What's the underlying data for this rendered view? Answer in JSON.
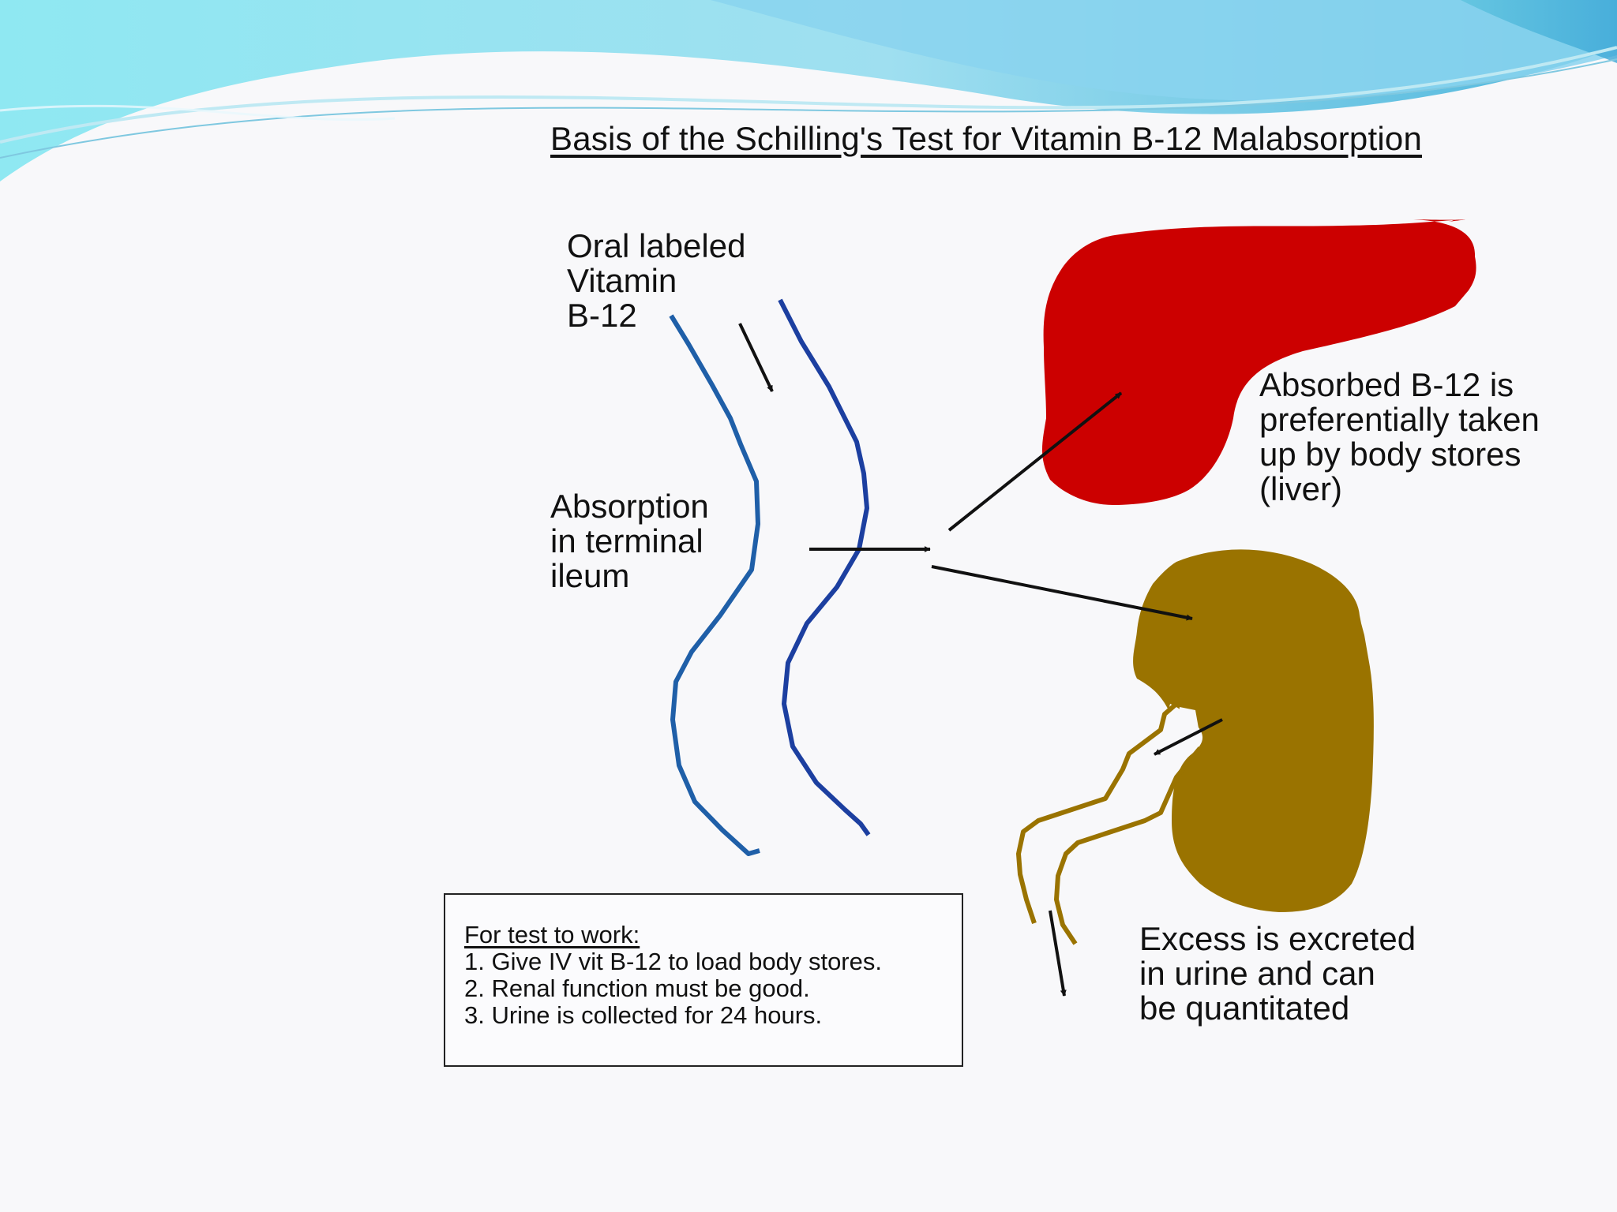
{
  "diagram": {
    "title": "Basis of the Schilling's Test for Vitamin B-12 Malabsorption",
    "oral_label": [
      "Oral labeled",
      "Vitamin",
      "B-12"
    ],
    "absorption_label": [
      "Absorption",
      "in terminal",
      "ileum"
    ],
    "liver_label": [
      "Absorbed B-12 is",
      "preferentially taken",
      "up by body stores",
      "(liver)"
    ],
    "excess_label": [
      "Excess is excreted",
      "in urine and can",
      "be quantitated"
    ],
    "note": {
      "title": "For test to work:",
      "items": [
        "1.  Give IV vit B-12 to load body stores.",
        "2.  Renal function must be good.",
        "3.  Urine is collected for 24 hours."
      ]
    },
    "colors": {
      "liver": "#cc0000",
      "kidney": "#9a7300",
      "ureter": "#9a7300",
      "ileum_left": "#1f5fa8",
      "ileum_right": "#1c3fa0",
      "arrow": "#111111",
      "header_blue_light": "#8fe6f2",
      "header_blue_dark": "#5cb8e0"
    },
    "icons": [
      "ileum-wall",
      "liver-shape",
      "kidney-shape",
      "ureter",
      "flow-arrow"
    ]
  }
}
